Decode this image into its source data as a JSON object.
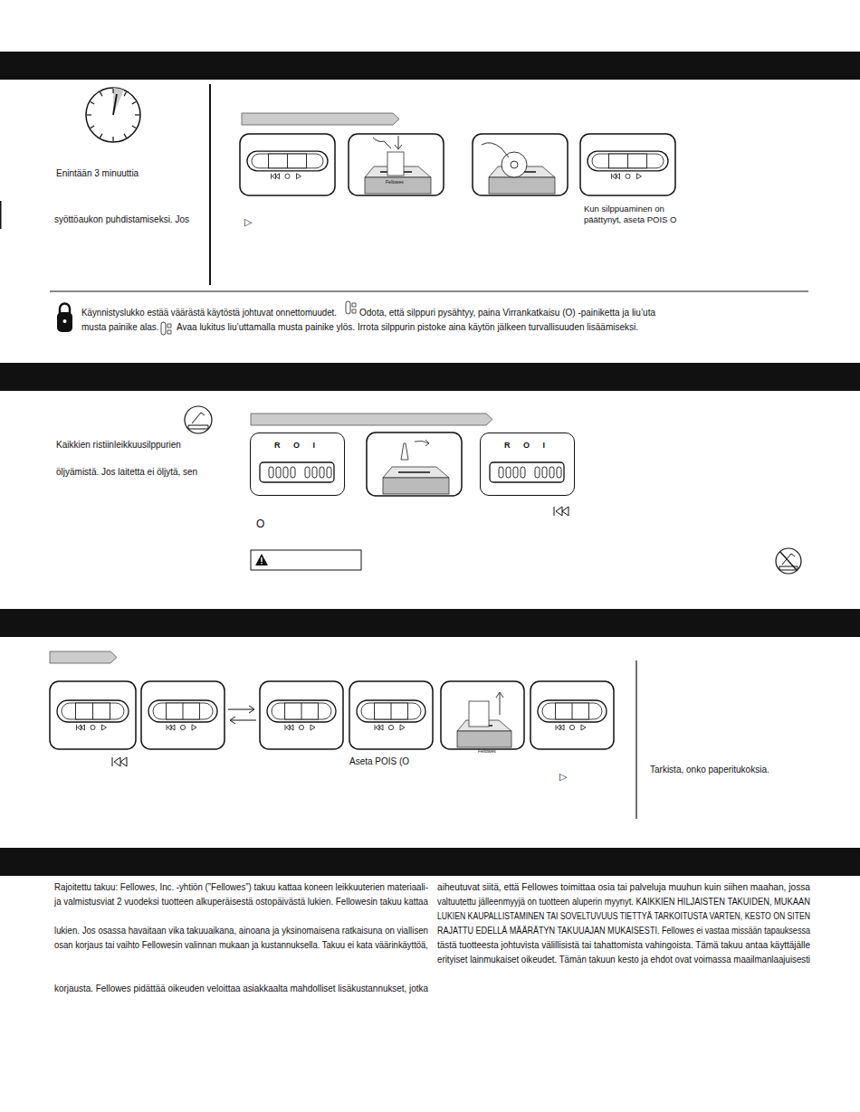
{
  "diagram": {
    "nodes": [
      {
        "text": [
          "R O I"
        ]
      },
      {
        "text": [
          "R O I"
        ]
      }
    ],
    "labels": [
      "Enintään 3 minuuttia",
      "syöttöaukon puhdistamiseksi. Jos",
      "▷",
      "Fellowes",
      "Kun silppuaminen on päättynyt, aseta POIS O",
      "Käynnistyslukko estää väärästä käytöstä johtuvat onnettomuudet.",
      "Odota, että silppuri pysähtyy, paina Virrankatkaisu (O) -painiketta ja liu’uta",
      "musta painike alas.",
      "Avaa lukitus liu’uttamalla musta painike ylös. Irrota silppurin pistoke aina käytön jälkeen turvallisuuden lisäämiseksi.",
      "Kaikkien ristiinleikkuusilppurien",
      "öljyämistä. Jos laitetta ei öljytä, sen",
      "O",
      "Fellowes",
      "Aseta POIS (O",
      "▷",
      "Tarkista, onko paperitukoksia.",
      "Rajoitettu takuu: Fellowes, Inc. -yhtiön (”Fellowes”) takuu kattaa koneen leikkuuterien materiaali-",
      "ja valmistusviat 2 vuodeksi tuotteen alkuperäisestä ostopäivästä lukien. Fellowesin takuu kattaa",
      "lukien. Jos osassa havaitaan vika takuuaikana, ainoana ja yksinomaisena ratkaisuna on viallisen",
      "osan korjaus tai vaihto Fellowesin valinnan mukaan ja kustannuksella. Takuu ei kata väärinkäyttöä,",
      "korjausta. Fellowes pidättää oikeuden veloittaa asiakkaalta mahdolliset lisäkustannukset, jotka",
      "aiheutuvat siitä, että Fellowes toimittaa osia tai palveluja muuhun kuin siihen maahan, jossa",
      "valtuutettu jälleenmyyjä on tuotteen aluperin myynyt. KAIKKIEN HILJAISTEN TAKUIDEN, MUKAAN",
      "LUKIEN KAUPALLISTAMINEN TAI SOVELTUVUUS TIETTYÄ TARKOITUSTA VARTEN, KESTO ON SITEN",
      "RAJATTU EDELLÄ MÄÄRÄTYN TAKUUAJAN MUKAISESTI. Fellowes ei vastaa missään tapauksessa",
      "tästä tuotteesta johtuvista välillisistä tai tahattomista vahingoista. Tämä takuu antaa käyttäjälle",
      "erityiset lainmukaiset oikeudet. Tämän takuun kesto ja ehdot ovat voimassa maailmanlaajuisesti"
    ]
  }
}
